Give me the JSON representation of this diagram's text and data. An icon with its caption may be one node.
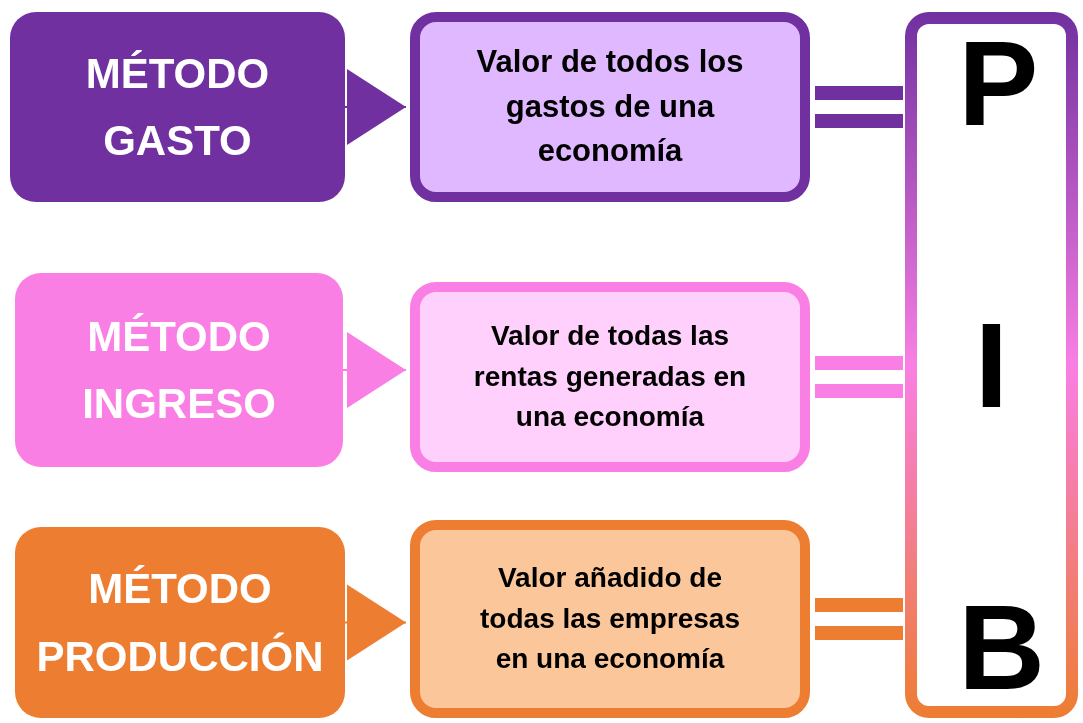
{
  "diagram": {
    "nodes": [
      {
        "text": [
          "MÉTODO",
          "GASTO"
        ]
      },
      {
        "text": [
          "Valor de todos los gastos de una economía"
        ]
      },
      {
        "text": [
          "MÉTODO",
          "INGRESO"
        ]
      },
      {
        "text": [
          "Valor de todas las rentas generadas en una economía"
        ]
      },
      {
        "text": [
          "MÉTODO",
          "PRODUCCIÓN"
        ]
      },
      {
        "text": [
          "Valor añadido de todas las empresas en una economía"
        ]
      },
      {
        "text": [
          "PIB"
        ]
      }
    ],
    "edges": [
      {
        "from": 0,
        "to": 1,
        "arrow": "to",
        "color": "#7030a0"
      },
      {
        "from": 1,
        "to": 6,
        "arrow": "none",
        "style": "thick",
        "color": "#7030a0"
      },
      {
        "from": 2,
        "to": 3,
        "arrow": "to",
        "color": "#f97fe4"
      },
      {
        "from": 3,
        "to": 6,
        "arrow": "none",
        "style": "thick",
        "color": "#f97fe4"
      },
      {
        "from": 4,
        "to": 5,
        "arrow": "to",
        "color": "#ed7d31"
      },
      {
        "from": 5,
        "to": 6,
        "arrow": "none",
        "style": "thick",
        "color": "#ed7d31"
      }
    ]
  }
}
